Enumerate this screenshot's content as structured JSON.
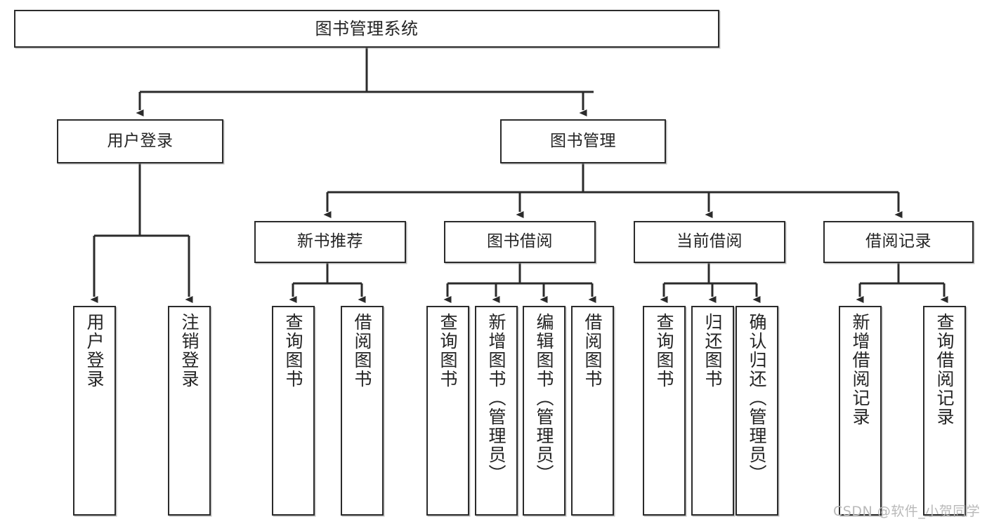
{
  "diagram": {
    "type": "hierarchy-tree",
    "title": "图书管理系统",
    "root": {
      "label": "图书管理系统"
    },
    "level2": [
      {
        "label": "用户登录"
      },
      {
        "label": "图书管理"
      }
    ],
    "level3": [
      {
        "label": "新书推荐"
      },
      {
        "label": "图书借阅"
      },
      {
        "label": "当前借阅"
      },
      {
        "label": "借阅记录"
      }
    ],
    "leaves": {
      "user_login": [
        {
          "label": "用户登录"
        },
        {
          "label": "注销登录"
        }
      ],
      "new_book_recommend": [
        {
          "label": "查询图书"
        },
        {
          "label": "借阅图书"
        }
      ],
      "book_borrow": [
        {
          "label": "查询图书"
        },
        {
          "label": "新增图书（管理员）"
        },
        {
          "label": "编辑图书（管理员）"
        },
        {
          "label": "借阅图书"
        }
      ],
      "current_borrow": [
        {
          "label": "查询图书"
        },
        {
          "label": "归还图书"
        },
        {
          "label": "确认归还（管理员）"
        }
      ],
      "borrow_record": [
        {
          "label": "新增借阅记录"
        },
        {
          "label": "查询借阅记录"
        }
      ]
    }
  },
  "watermark": {
    "text": "CSDN @软件_小贺同学"
  },
  "colors": {
    "box_border": "#2b2b2b",
    "box_fill": "#ffffff",
    "text": "#242424",
    "connector": "#2b2b2b",
    "watermark": "#b9b9b9"
  }
}
